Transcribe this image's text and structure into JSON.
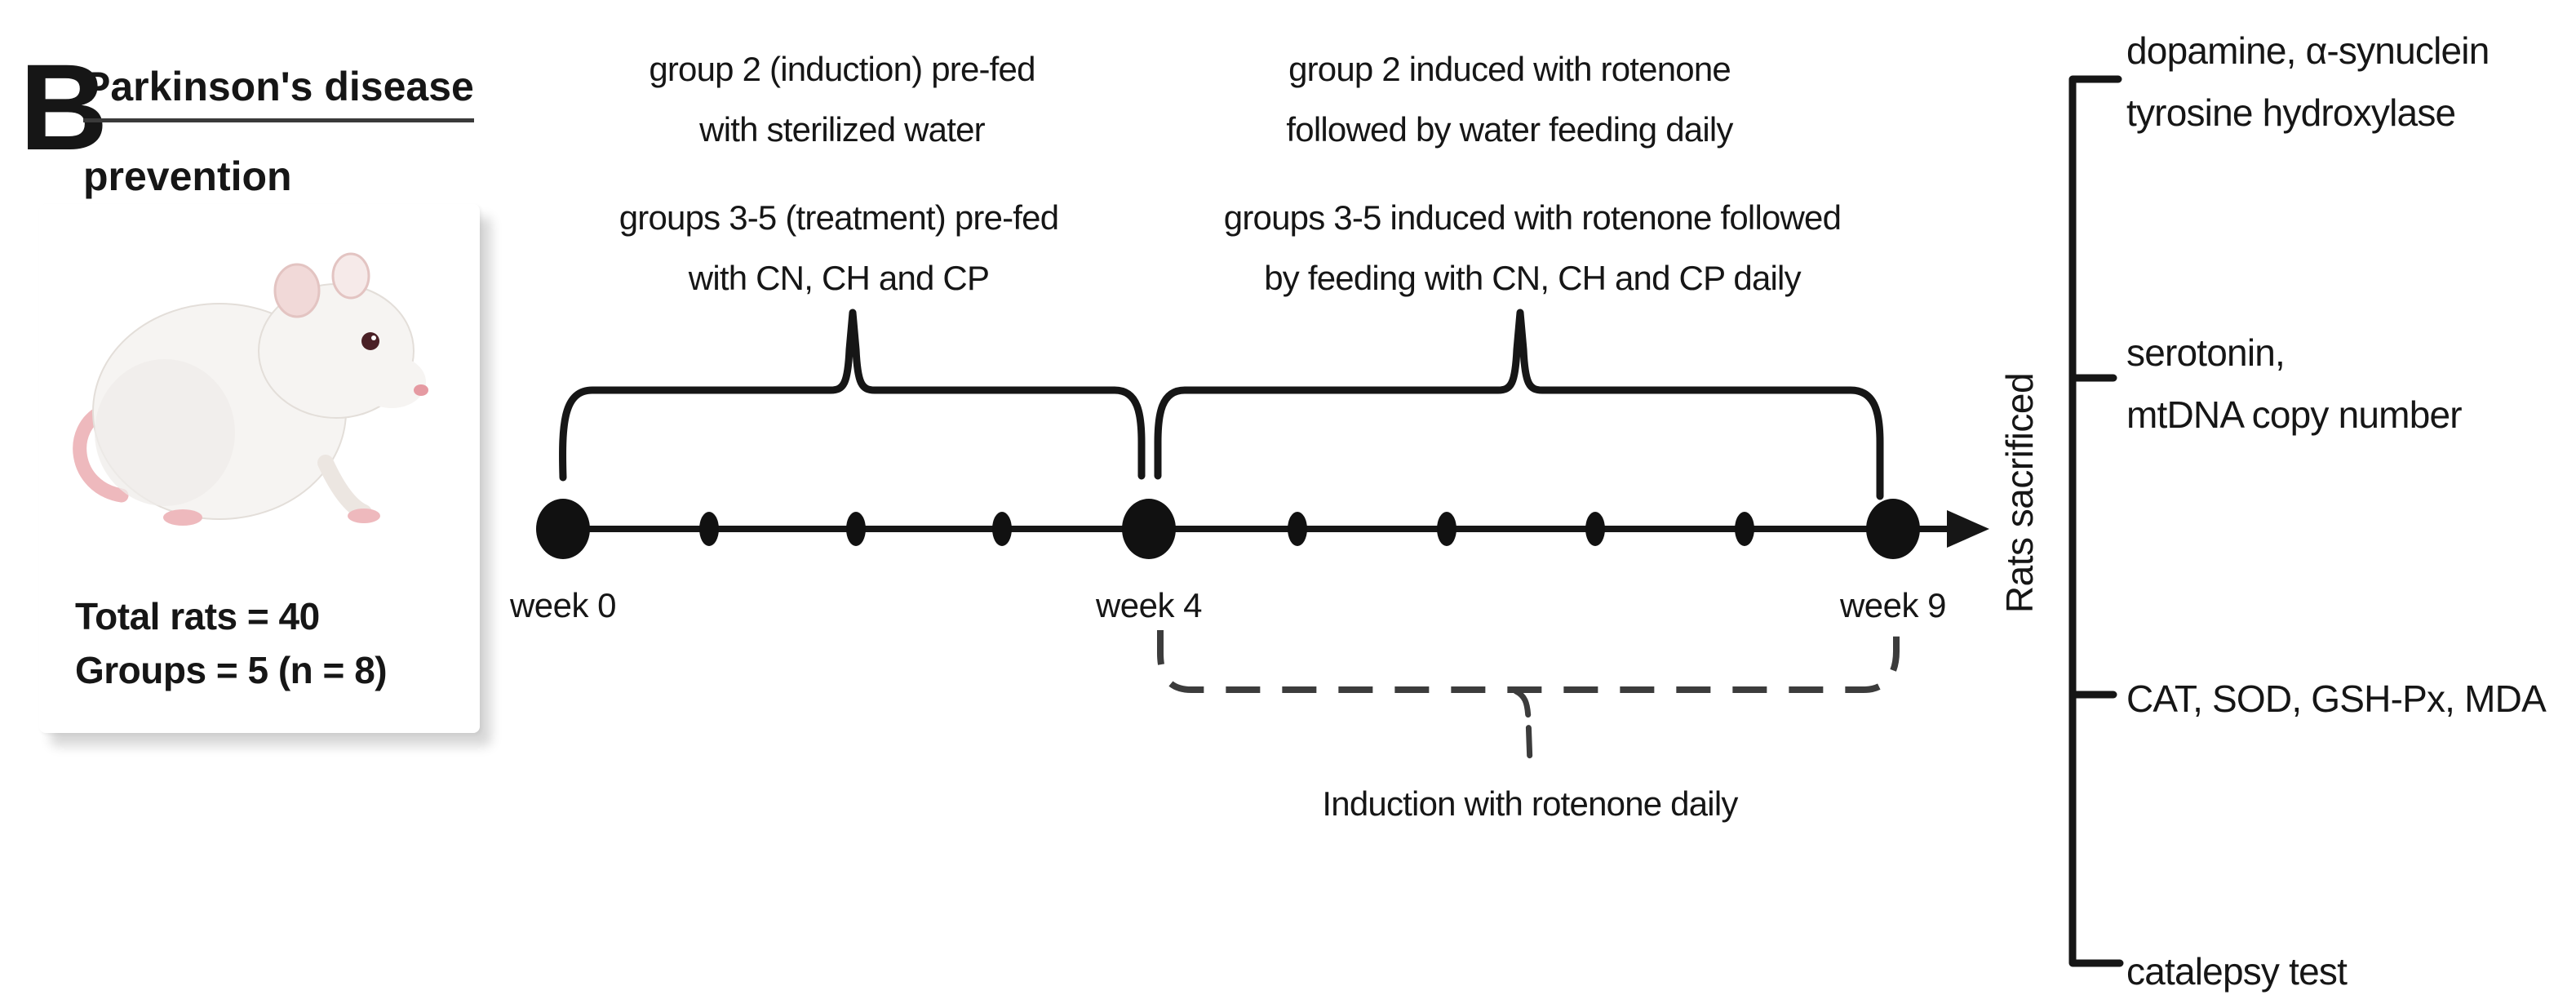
{
  "figure": {
    "panel_label": "B",
    "title_line1": "Parkinson's disease",
    "title_line2": "prevention"
  },
  "subject_card": {
    "stats": "Total rats = 40\nGroups = 5 (n = 8)",
    "rat_image_alt": "white laboratory rat"
  },
  "annotations": {
    "prefed_group2": "group 2 (induction) pre-fed\nwith sterilized water",
    "prefed_groups35": "groups 3-5 (treatment) pre-fed\nwith CN, CH and CP",
    "induced_group2": "group 2 induced with rotenone\nfollowed by water feeding daily",
    "induced_groups35": "groups 3-5 induced with rotenone followed\nby feeding with CN, CH and CP daily",
    "induction_label": "Induction with rotenone daily"
  },
  "timeline": {
    "week_labels": [
      "week 0",
      "week 4",
      "week 9"
    ],
    "major_weeks": [
      0,
      4,
      9
    ],
    "minor_weeks": [
      1,
      2,
      3,
      5,
      6,
      7,
      8
    ]
  },
  "sacrifice": {
    "rotated_label": "Rats sacrificed",
    "outcomes": [
      "dopamine, α-synuclein\ntyrosine hydroxylase",
      "serotonin,\nmtDNA copy number",
      "CAT, SOD, GSH-Px, MDA",
      "catalepsy test"
    ]
  },
  "colors": {
    "ink": "#161616",
    "dash": "#3c3c3c",
    "card_shadow": "#d9d9d9",
    "rat_body": "#f6f4f2",
    "rat_pink": "#eeb9bd"
  }
}
